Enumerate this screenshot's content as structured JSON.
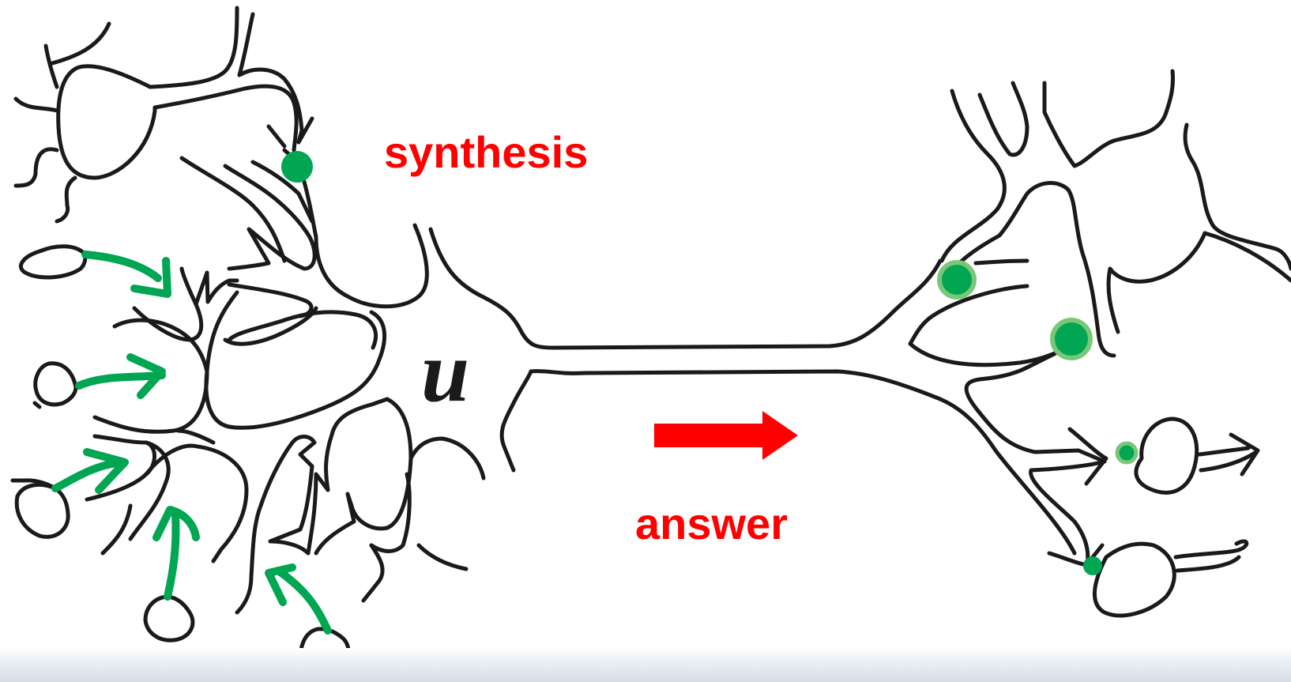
{
  "labels": {
    "synthesis": "synthesis",
    "answer": "answer",
    "variable": "u"
  },
  "colors": {
    "outline": "#1a1a1a",
    "synapse": "#00a651",
    "synapse_light": "#7ac77a",
    "label": "#ff0000",
    "arrow": "#ff0000"
  },
  "icons": {
    "direction_arrow": "right-arrow-icon"
  }
}
